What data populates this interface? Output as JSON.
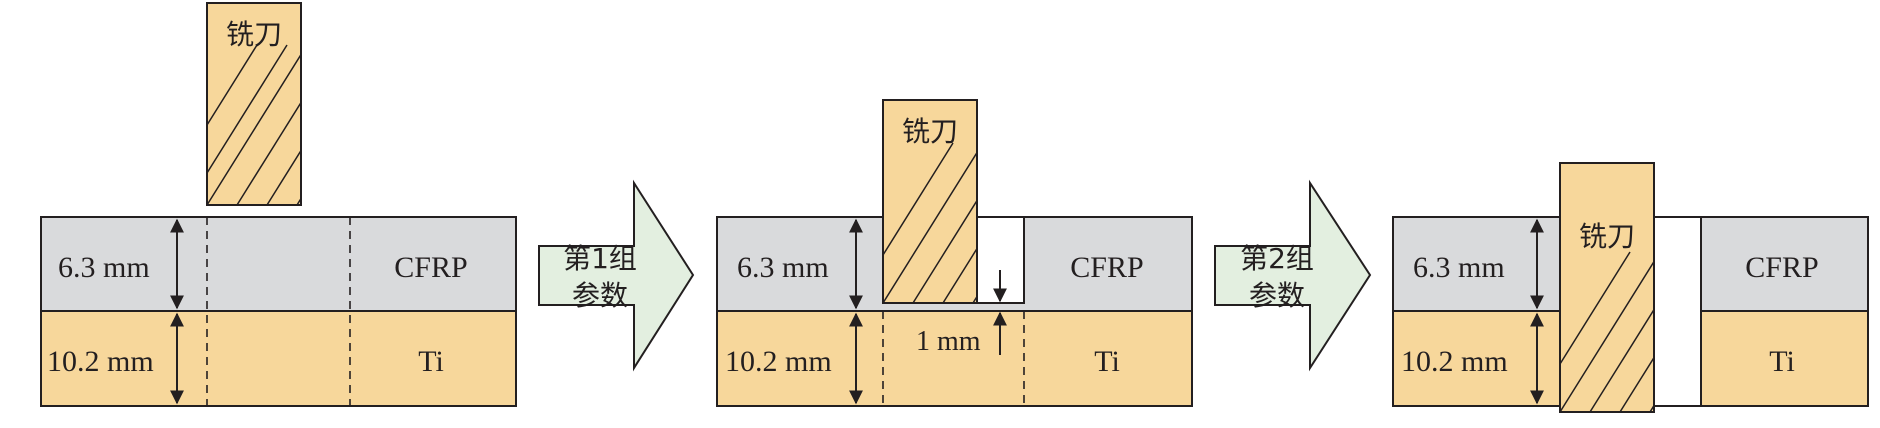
{
  "colors": {
    "cfrp": "#d9dadc",
    "ti": "#f7d79b",
    "tool": "#f7d79b",
    "arrow": "#e3efe0",
    "stroke": "#231f20"
  },
  "panels": [
    {
      "tool_label": "铣刀",
      "cfrp_thickness": "6.3 mm",
      "ti_thickness": "10.2 mm",
      "cfrp_label": "CFRP",
      "ti_label": "Ti"
    },
    {
      "tool_label": "铣刀",
      "cfrp_thickness": "6.3 mm",
      "ti_thickness": "10.2 mm",
      "cfrp_label": "CFRP",
      "ti_label": "Ti",
      "depth_label": "1 mm"
    },
    {
      "tool_label": "铣刀",
      "cfrp_thickness": "6.3 mm",
      "ti_thickness": "10.2 mm",
      "cfrp_label": "CFRP",
      "ti_label": "Ti"
    }
  ],
  "steps": [
    {
      "line1": "第1组",
      "line2": "参数"
    },
    {
      "line1": "第2组",
      "line2": "参数"
    }
  ]
}
